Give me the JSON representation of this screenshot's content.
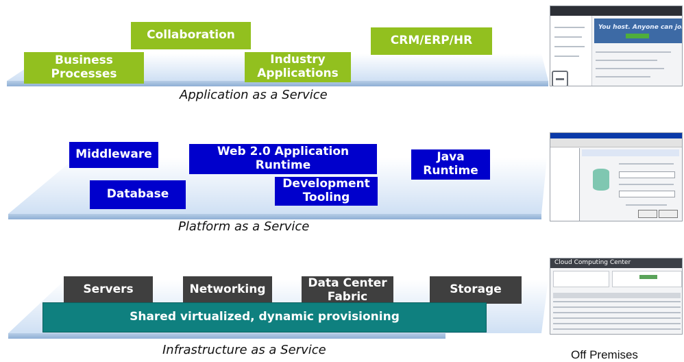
{
  "saas": {
    "caption": "Application as a Service",
    "items": {
      "collaboration": "Collaboration",
      "business_processes": "Business\nProcesses",
      "industry_applications": "Industry\nApplications",
      "crm_erp_hr": "CRM/ERP/HR"
    },
    "screenshot_text": "You host. Anyone can join!"
  },
  "paas": {
    "caption": "Platform as a Service",
    "items": {
      "middleware": "Middleware",
      "web20": "Web 2.0 Application\nRuntime",
      "java_runtime": "Java\nRuntime",
      "database": "Database",
      "development_tooling": "Development\nTooling"
    }
  },
  "iaas": {
    "caption": "Infrastructure as a Service",
    "items": {
      "servers": "Servers",
      "networking": "Networking",
      "data_center_fabric": "Data Center\nFabric",
      "storage": "Storage",
      "shared": "Shared virtualized, dynamic provisioning"
    },
    "screenshot_title": "Cloud Computing Center"
  },
  "off_premises": "Off Premises",
  "colors": {
    "saas_box": "#92c01f",
    "paas_box": "#0000cc",
    "iaas_box": "#3f3f3f",
    "iaas_base": "#0f807f",
    "platform_top": "#d7e6f6",
    "platform_side": "#9db9d9"
  }
}
